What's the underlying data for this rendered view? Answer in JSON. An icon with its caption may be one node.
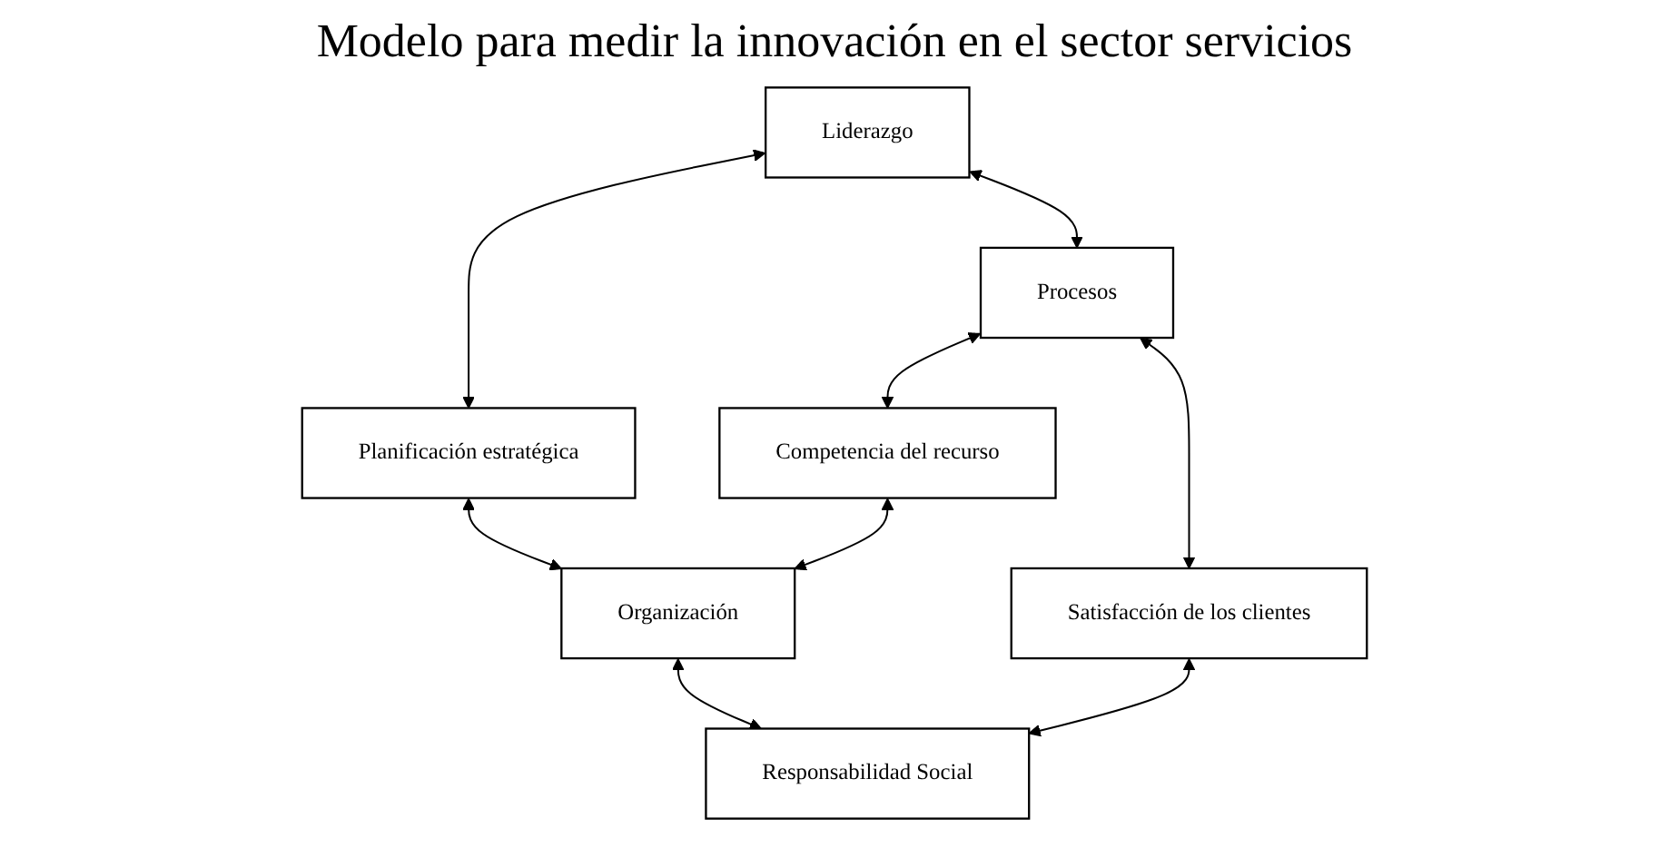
{
  "diagram": {
    "title": "Modelo para medir la innovación en el sector servicios",
    "nodes": [
      {
        "text": [
          "Liderazgo"
        ]
      },
      {
        "text": [
          "Planificación estratégica"
        ]
      },
      {
        "text": [
          "Procesos"
        ]
      },
      {
        "text": [
          "Competencia del recurso"
        ]
      },
      {
        "text": [
          "Organización"
        ]
      },
      {
        "text": [
          "Satisfacción de los clientes"
        ]
      },
      {
        "text": [
          "Responsabilidad Social"
        ]
      }
    ],
    "edges": [
      {
        "from": 0,
        "to": 1,
        "arrow": "both"
      },
      {
        "from": 0,
        "to": 2,
        "arrow": "both"
      },
      {
        "from": 1,
        "to": 4,
        "arrow": "both"
      },
      {
        "from": 2,
        "to": 3,
        "arrow": "both"
      },
      {
        "from": 3,
        "to": 4,
        "arrow": "both"
      },
      {
        "from": 2,
        "to": 5,
        "arrow": "both"
      },
      {
        "from": 4,
        "to": 6,
        "arrow": "both"
      },
      {
        "from": 5,
        "to": 6,
        "arrow": "both"
      }
    ]
  }
}
